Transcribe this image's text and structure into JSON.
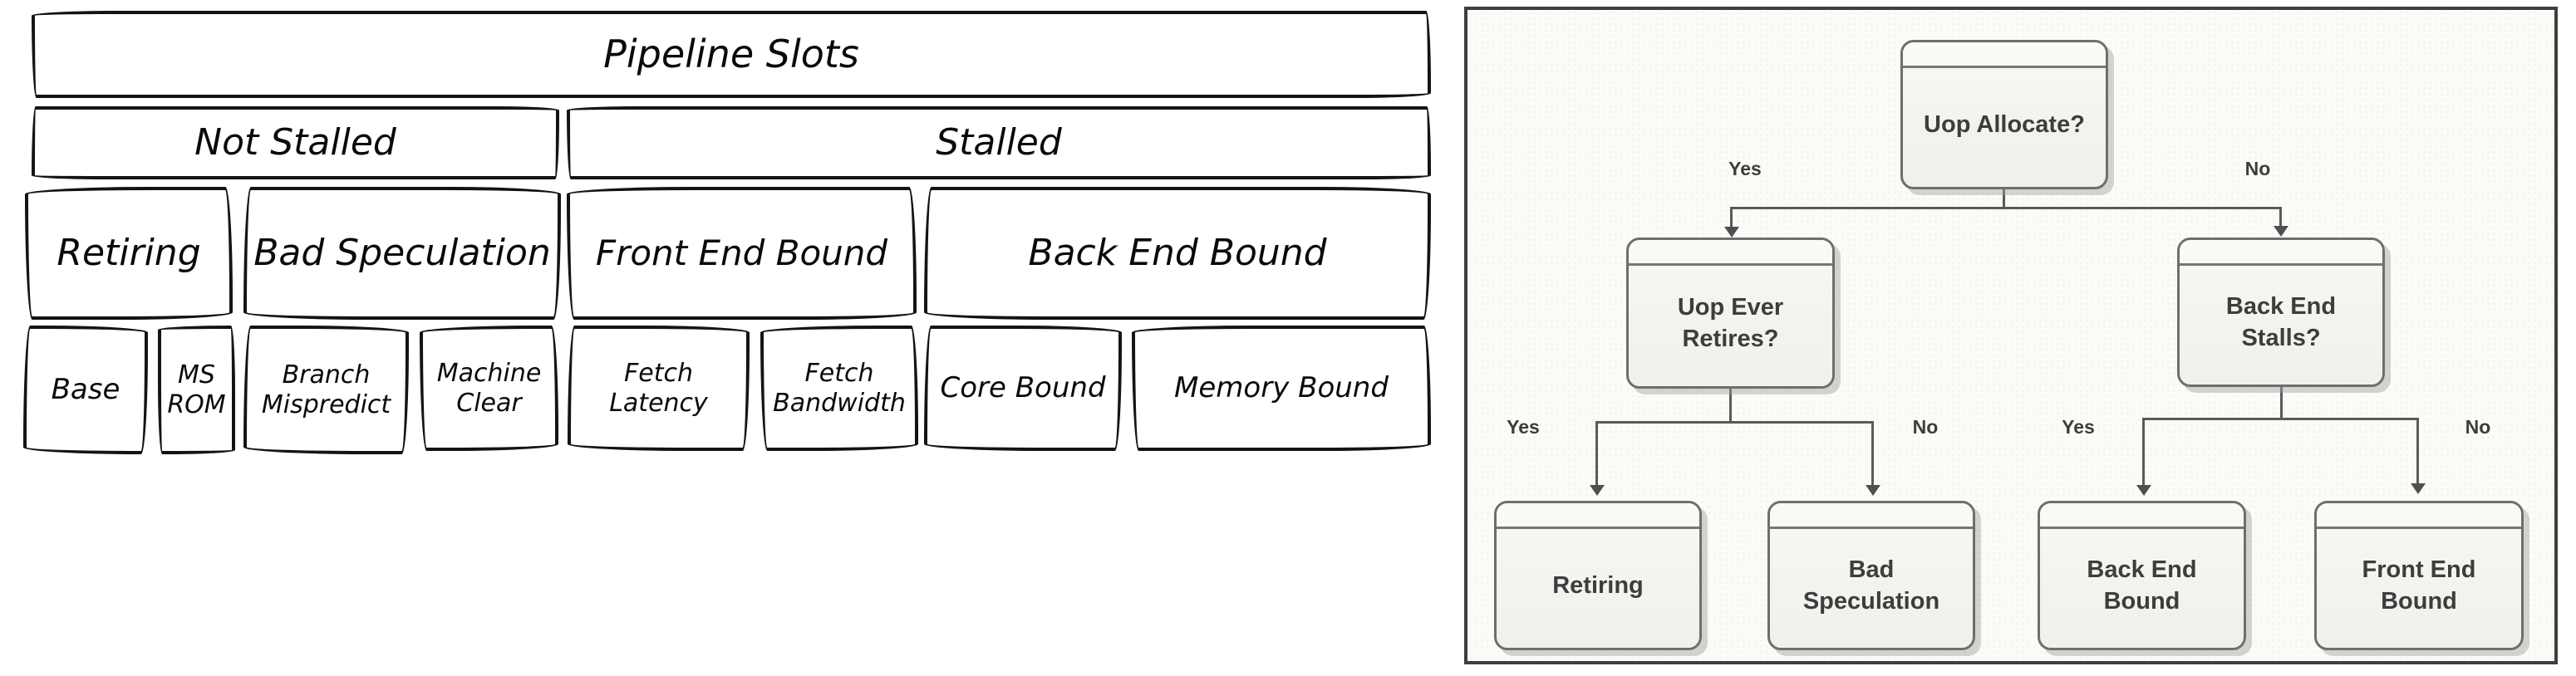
{
  "left_table": {
    "title": "Pipeline Slots",
    "level2": [
      "Not Stalled",
      "Stalled"
    ],
    "level3": [
      "Retiring",
      "Bad Speculation",
      "Front End Bound",
      "Back End Bound"
    ],
    "level4": [
      "Base",
      "MS ROM",
      "Branch Mispredict",
      "Machine Clear",
      "Fetch Latency",
      "Fetch Bandwidth",
      "Core Bound",
      "Memory Bound"
    ]
  },
  "flowchart": {
    "root": "Uop Allocate?",
    "decision_left": "Uop Ever Retires?",
    "decision_right": "Back End Stalls?",
    "leaf_retiring": "Retiring",
    "leaf_bad_speculation": "Bad Speculation",
    "leaf_back_end_bound": "Back End Bound",
    "leaf_front_end_bound": "Front End Bound",
    "yes_label": "Yes",
    "no_label": "No"
  },
  "colors": {
    "sketch_border": "#141414",
    "panel_border": "#3f3f3f",
    "panel_bg": "#fbfbf8",
    "node_border": "#6e6e6e",
    "node_fill": "#f2f2ee",
    "node_text": "#3d3d3d",
    "edge": "#5a5a5a",
    "shadow": "#a0a0a0"
  }
}
